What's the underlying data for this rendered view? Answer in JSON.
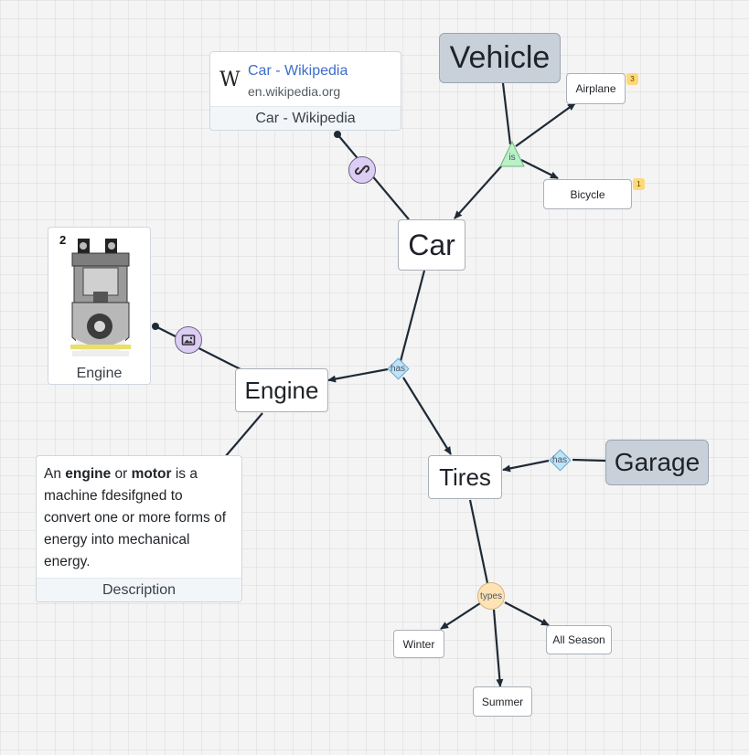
{
  "nodes": {
    "vehicle": "Vehicle",
    "car": "Car",
    "airplane": "Airplane",
    "bicycle": "Bicycle",
    "engine": "Engine",
    "tires": "Tires",
    "garage": "Garage",
    "winter": "Winter",
    "summer": "Summer",
    "all_season": "All Season"
  },
  "badges": {
    "airplane": "3",
    "bicycle": "1"
  },
  "connectors": {
    "is": "is",
    "has_car": "has",
    "has_garage": "has",
    "types": "types"
  },
  "wiki_card": {
    "icon": "W",
    "title": "Car - Wikipedia",
    "url": "en.wikipedia.org",
    "caption": "Car - Wikipedia"
  },
  "image_card": {
    "number": "2",
    "caption": "Engine"
  },
  "description_card": {
    "prefix": "An ",
    "term1": "engine",
    "middle": " or ",
    "term2": "motor",
    "suffix": " is a machine fdesifgned to convert one or more forms of energy into mechanical energy.",
    "caption": "Description"
  },
  "colors": {
    "edge": "#1f2a37",
    "gray_node": "#c8d1da",
    "is_connector": "#b9f0c6",
    "has_connector": "#bfe3f7",
    "types_connector": "#ffe3b5",
    "attachment": "#dccdf4",
    "badge": "#ffd978",
    "link": "#3d6dcc"
  }
}
